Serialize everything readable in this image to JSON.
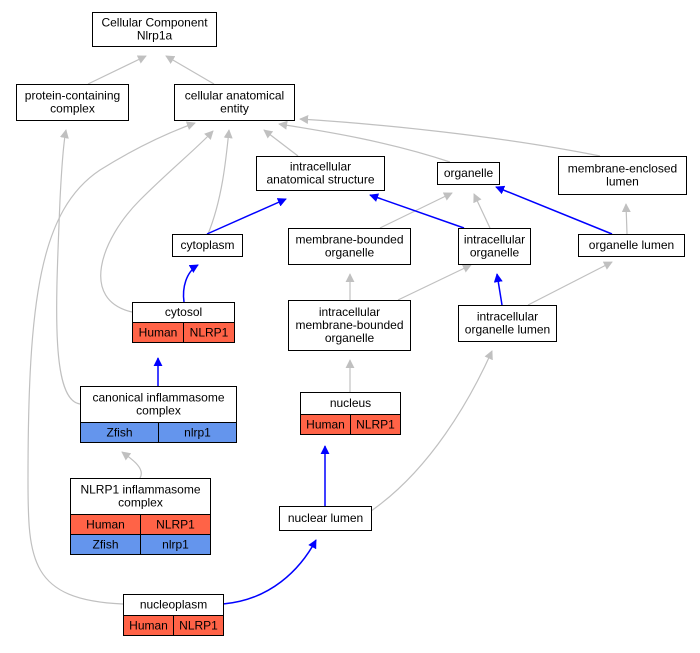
{
  "colors": {
    "human": "#ff6347",
    "zfish": "#6495ed",
    "edge_gray": "#c0c0c0",
    "edge_blue": "#0000ff",
    "node_fill": "#ffffff",
    "node_stroke": "#000000"
  },
  "nodes": {
    "cellular_component": {
      "lines": [
        "Cellular Component",
        "Nlrp1a"
      ]
    },
    "protein_containing_complex": {
      "lines": [
        "protein-containing",
        "complex"
      ]
    },
    "cellular_anatomical_entity": {
      "lines": [
        "cellular anatomical",
        "entity"
      ]
    },
    "intracellular_anatomical_structure": {
      "lines": [
        "intracellular",
        "anatomical structure"
      ]
    },
    "organelle": {
      "lines": [
        "organelle"
      ]
    },
    "membrane_enclosed_lumen": {
      "lines": [
        "membrane-enclosed",
        "lumen"
      ]
    },
    "cytoplasm": {
      "lines": [
        "cytoplasm"
      ]
    },
    "membrane_bounded_organelle": {
      "lines": [
        "membrane-bounded",
        "organelle"
      ]
    },
    "intracellular_organelle": {
      "lines": [
        "intracellular",
        "organelle"
      ]
    },
    "organelle_lumen": {
      "lines": [
        "organelle lumen"
      ]
    },
    "cytosol": {
      "lines": [
        "cytosol"
      ],
      "rows": [
        {
          "species": "Human",
          "gene": "NLRP1"
        }
      ]
    },
    "intracellular_membrane_bounded_organelle": {
      "lines": [
        "intracellular",
        "membrane-bounded",
        "organelle"
      ]
    },
    "intracellular_organelle_lumen": {
      "lines": [
        "intracellular",
        "organelle lumen"
      ]
    },
    "canonical_inflammasome_complex": {
      "lines": [
        "canonical inflammasome",
        "complex"
      ],
      "rows": [
        {
          "species": "Zfish",
          "gene": "nlrp1"
        }
      ]
    },
    "nucleus": {
      "lines": [
        "nucleus"
      ],
      "rows": [
        {
          "species": "Human",
          "gene": "NLRP1"
        }
      ]
    },
    "nlrp1_inflammasome_complex": {
      "lines": [
        "NLRP1 inflammasome",
        "complex"
      ],
      "rows": [
        {
          "species": "Human",
          "gene": "NLRP1"
        },
        {
          "species": "Zfish",
          "gene": "nlrp1"
        }
      ]
    },
    "nuclear_lumen": {
      "lines": [
        "nuclear lumen"
      ]
    },
    "nucleoplasm": {
      "lines": [
        "nucleoplasm"
      ],
      "rows": [
        {
          "species": "Human",
          "gene": "NLRP1"
        }
      ]
    }
  },
  "edges": [
    {
      "from": "protein_containing_complex",
      "to": "cellular_component",
      "color": "gray"
    },
    {
      "from": "cellular_anatomical_entity",
      "to": "cellular_component",
      "color": "gray"
    },
    {
      "from": "intracellular_anatomical_structure",
      "to": "cellular_anatomical_entity",
      "color": "gray"
    },
    {
      "from": "organelle",
      "to": "cellular_anatomical_entity",
      "color": "gray"
    },
    {
      "from": "membrane_enclosed_lumen",
      "to": "cellular_anatomical_entity",
      "color": "gray"
    },
    {
      "from": "cytoplasm",
      "to": "cellular_anatomical_entity",
      "color": "gray"
    },
    {
      "from": "cytoplasm",
      "to": "intracellular_anatomical_structure",
      "color": "blue"
    },
    {
      "from": "membrane_bounded_organelle",
      "to": "organelle",
      "color": "gray"
    },
    {
      "from": "intracellular_organelle",
      "to": "organelle",
      "color": "gray"
    },
    {
      "from": "intracellular_organelle",
      "to": "intracellular_anatomical_structure",
      "color": "blue"
    },
    {
      "from": "organelle_lumen",
      "to": "organelle",
      "color": "blue"
    },
    {
      "from": "organelle_lumen",
      "to": "membrane_enclosed_lumen",
      "color": "gray"
    },
    {
      "from": "cytosol",
      "to": "cytoplasm",
      "color": "blue"
    },
    {
      "from": "cytosol",
      "to": "cellular_anatomical_entity",
      "color": "gray"
    },
    {
      "from": "intracellular_membrane_bounded_organelle",
      "to": "membrane_bounded_organelle",
      "color": "gray"
    },
    {
      "from": "intracellular_membrane_bounded_organelle",
      "to": "intracellular_organelle",
      "color": "gray"
    },
    {
      "from": "intracellular_organelle_lumen",
      "to": "intracellular_organelle",
      "color": "blue"
    },
    {
      "from": "intracellular_organelle_lumen",
      "to": "organelle_lumen",
      "color": "gray"
    },
    {
      "from": "canonical_inflammasome_complex",
      "to": "cytosol",
      "color": "blue"
    },
    {
      "from": "canonical_inflammasome_complex",
      "to": "protein_containing_complex",
      "color": "gray"
    },
    {
      "from": "nucleus",
      "to": "intracellular_membrane_bounded_organelle",
      "color": "gray"
    },
    {
      "from": "nlrp1_inflammasome_complex",
      "to": "canonical_inflammasome_complex",
      "color": "gray"
    },
    {
      "from": "nuclear_lumen",
      "to": "nucleus",
      "color": "blue"
    },
    {
      "from": "nuclear_lumen",
      "to": "intracellular_organelle_lumen",
      "color": "gray"
    },
    {
      "from": "nucleoplasm",
      "to": "nuclear_lumen",
      "color": "blue"
    },
    {
      "from": "nucleoplasm",
      "to": "cellular_anatomical_entity",
      "color": "gray"
    }
  ]
}
